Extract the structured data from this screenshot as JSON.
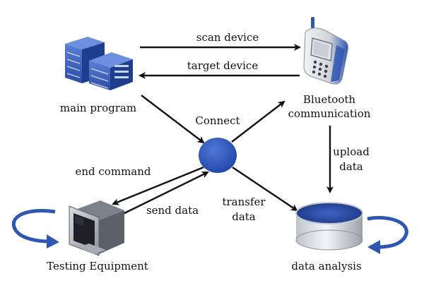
{
  "nodes": {
    "main_program": "main program",
    "bluetooth_line1": "Bluetooth",
    "bluetooth_line2": "communication",
    "connect": "Connect",
    "testing_equipment": "Testing Equipment",
    "data_analysis": "data analysis"
  },
  "edges": {
    "scan_device": "scan device",
    "target_device": "target device",
    "upload_line1": "upload",
    "upload_line2": "data",
    "end_command": "end command",
    "send_data": "send data",
    "transfer_line1": "transfer",
    "transfer_line2": "data"
  },
  "colors": {
    "accent_blue": "#2f56b0",
    "dark_blue": "#1b3a86",
    "line": "#111111"
  },
  "icons": [
    "server-rack-icon",
    "mobile-phone-icon",
    "monitor-icon",
    "database-disk-icon",
    "cycle-arrow-icon"
  ]
}
